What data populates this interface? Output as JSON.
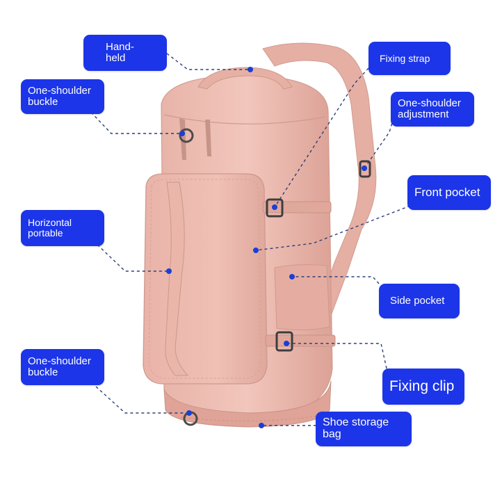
{
  "colors": {
    "label_bg": "#1c35e8",
    "label_text": "#ffffff",
    "bag_main": "#efc0b6",
    "bag_shadow": "#d9a397",
    "leader": "#2c3e78",
    "dot": "#1a3fd6"
  },
  "labels": {
    "hand_held": "Hand-\nheld",
    "fixing_strap": "Fixing strap",
    "one_shoulder_buckle_top": "One-shoulder\nbuckle",
    "one_shoulder_adjustment": "One-shoulder\nadjustment",
    "front_pocket": "Front pocket",
    "horizontal_portable": "Horizontal\nportable",
    "side_pocket": "Side pocket",
    "fixing_clip": "Fixing clip",
    "one_shoulder_buckle_bottom": "One-shoulder\nbuckle",
    "shoe_storage_bag": "Shoe storage bag"
  }
}
